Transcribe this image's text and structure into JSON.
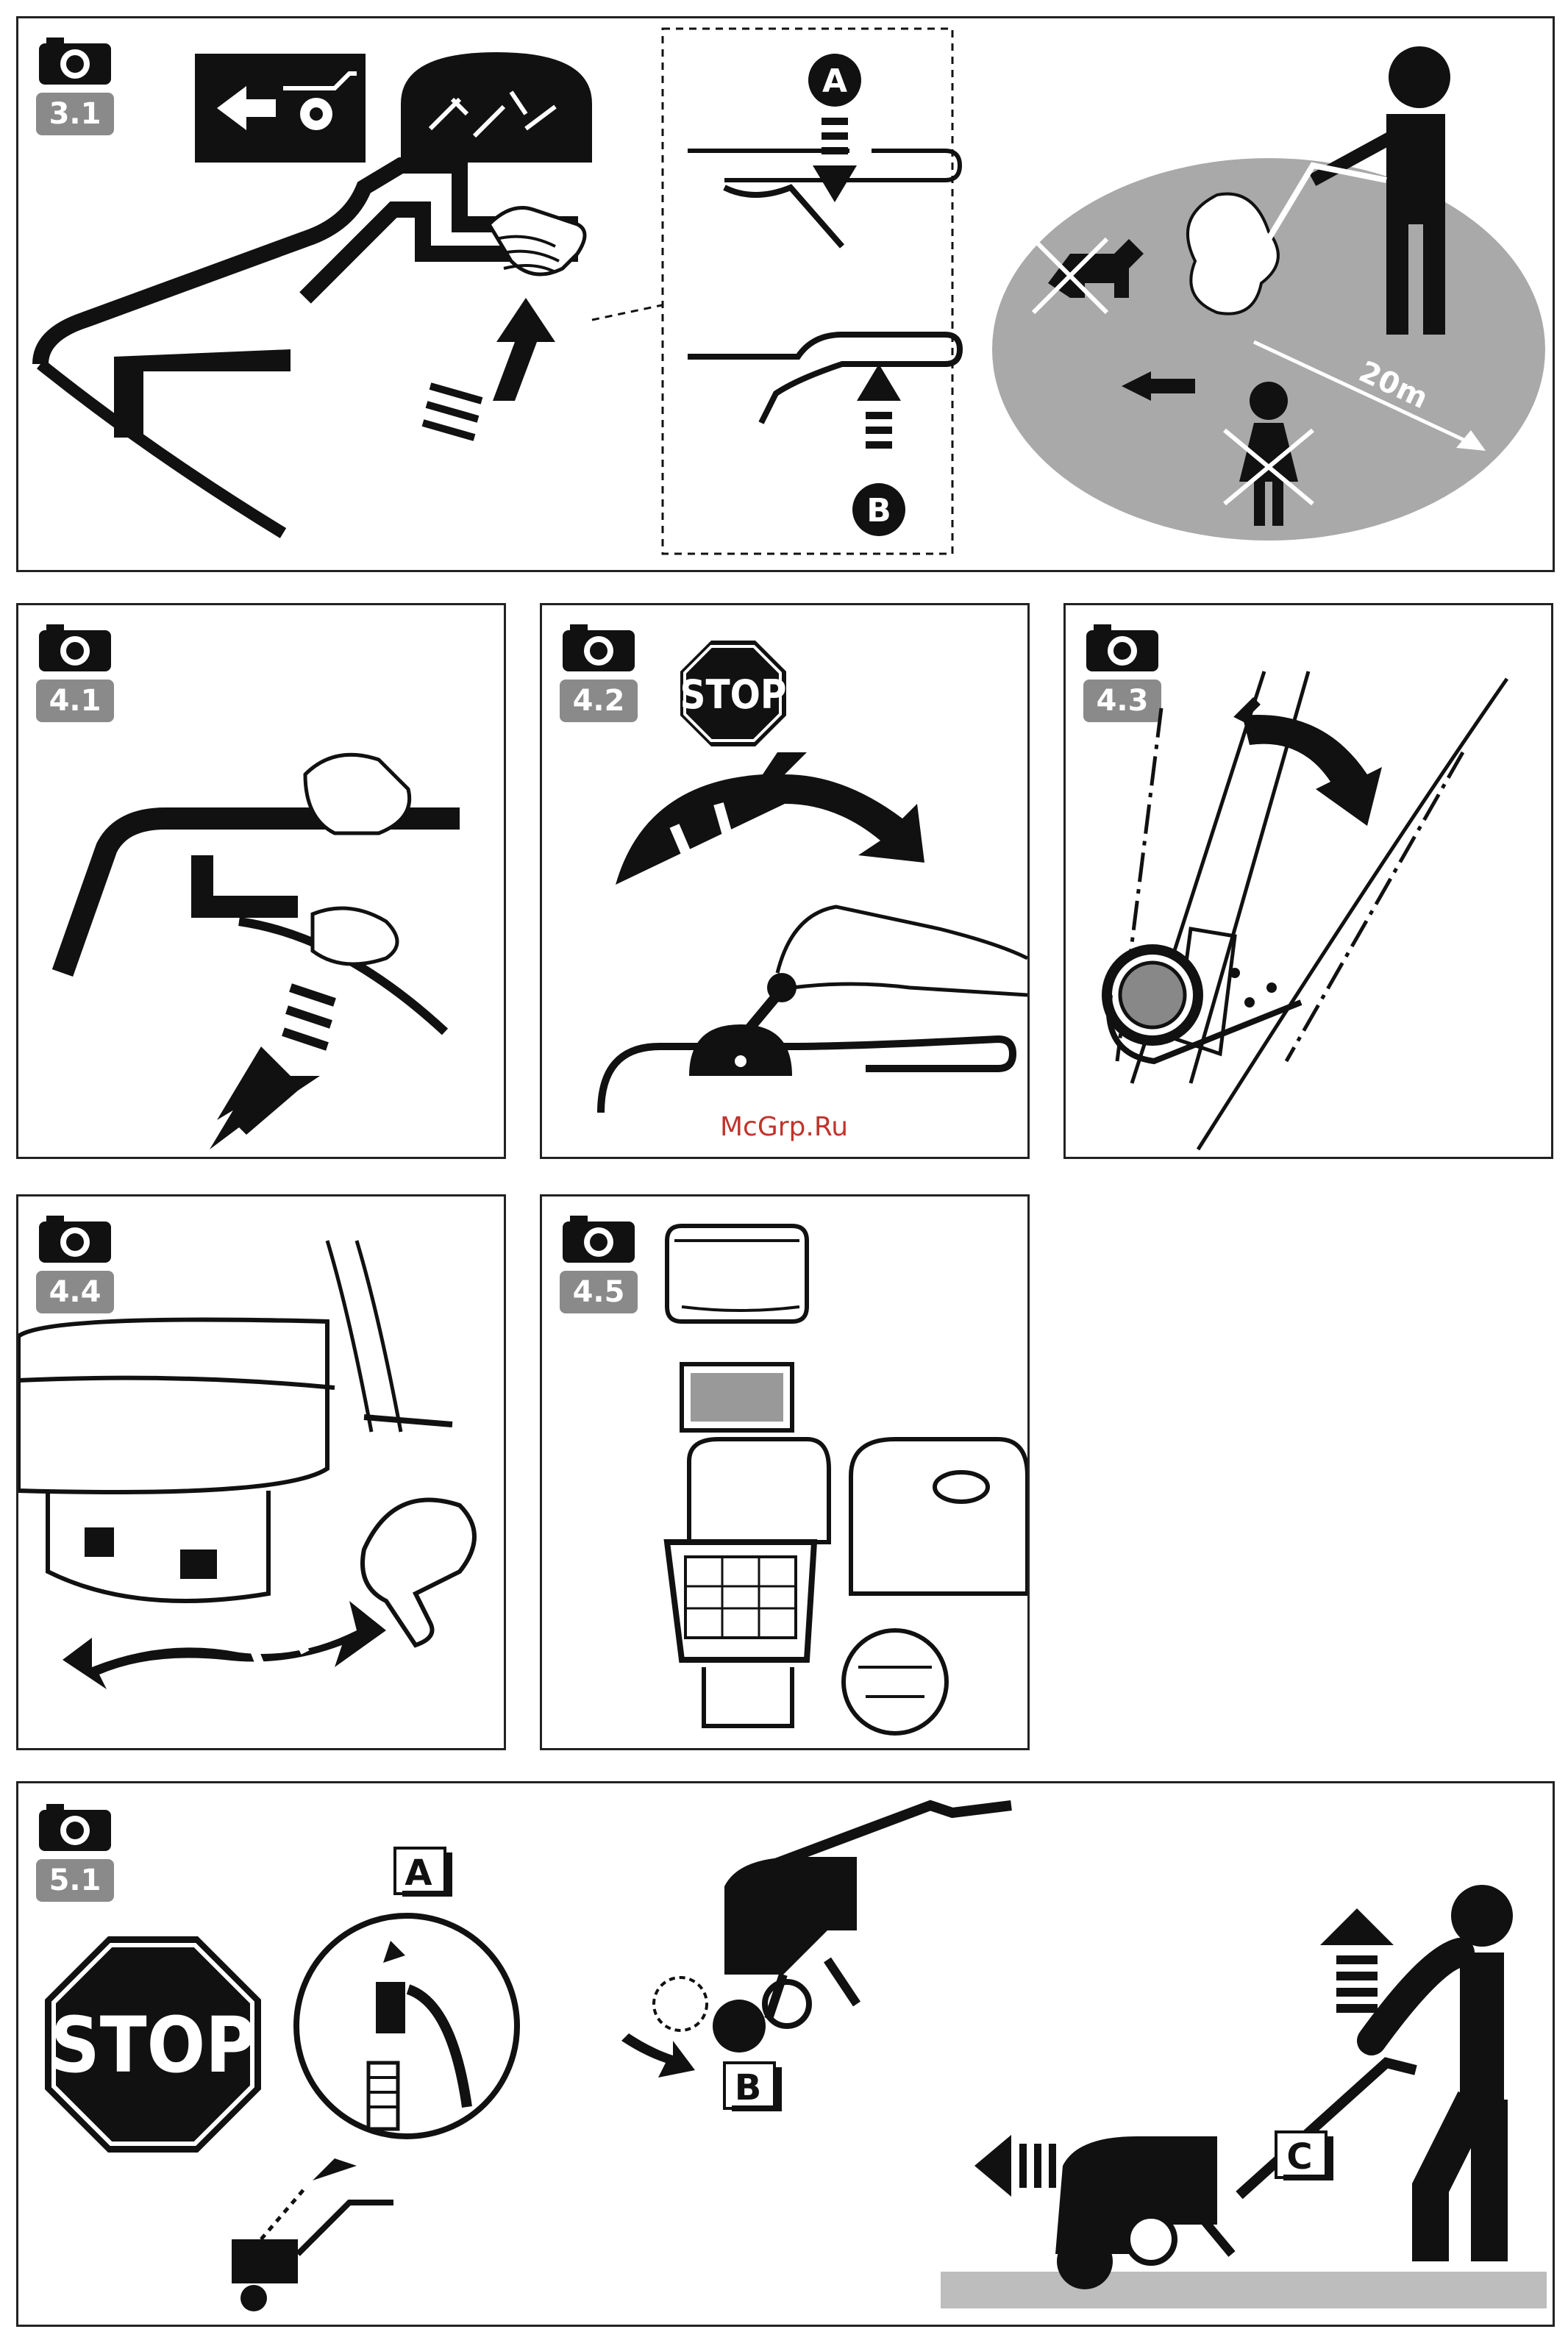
{
  "watermark": "McGrp.Ru",
  "panels": {
    "p31": {
      "step": "3.1",
      "label_a": "A",
      "label_b": "B",
      "distance": "20m"
    },
    "p41": {
      "step": "4.1"
    },
    "p42": {
      "step": "4.2",
      "stop": "STOP"
    },
    "p43": {
      "step": "4.3"
    },
    "p44": {
      "step": "4.4"
    },
    "p45": {
      "step": "4.5"
    },
    "p51": {
      "step": "5.1",
      "stop": "STOP",
      "label_a": "A",
      "label_b": "B",
      "label_c": "C"
    }
  },
  "icons": [
    "camera-icon",
    "stop-sign-icon",
    "arrow-icon",
    "hand-icon",
    "person-icon",
    "child-icon",
    "dog-icon",
    "spark-plug-icon",
    "tiller-icon",
    "engine-icon",
    "air-filter-icon"
  ],
  "colors": {
    "ink": "#111111",
    "badge": "#8a8a8a",
    "zone": "#a9a9a9",
    "ground": "#bdbdbd",
    "watermark": "#c0342c"
  }
}
